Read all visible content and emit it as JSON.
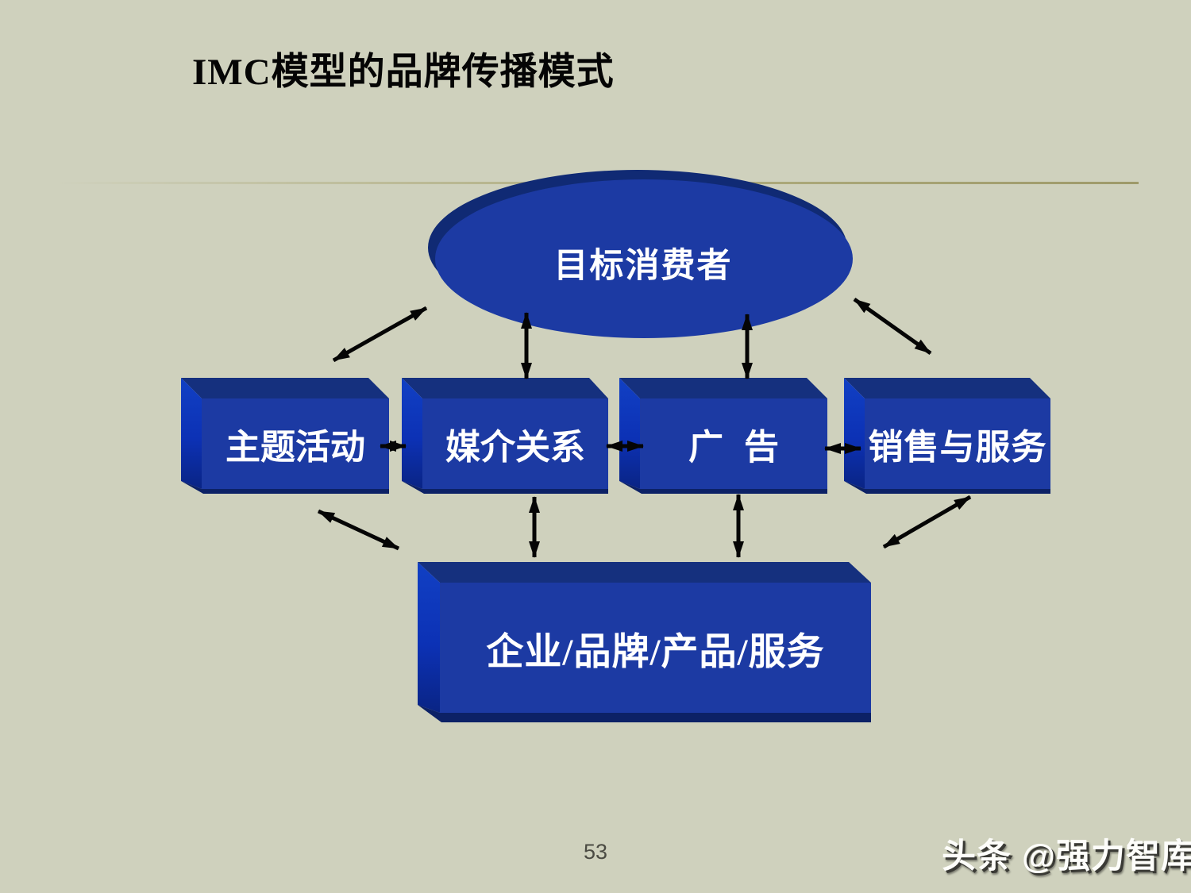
{
  "slide": {
    "title": "IMC模型的品牌传播模式",
    "page_number": "53",
    "watermark": "头条 @强力智库",
    "colors": {
      "background": "#cfd1bd",
      "shape_front": "#1c3aa3",
      "shape_top": "#15307e",
      "shape_side": "#0c31b5",
      "shape_bottom_lip": "#0c2166",
      "ellipse_back": "#102a74",
      "divider": "#9e9a6a",
      "arrow": "#050505",
      "label_text": "#ffffff"
    }
  },
  "diagram": {
    "consumer_ellipse": {
      "label": "目标消费者"
    },
    "channel_boxes": [
      {
        "label": "主题活动"
      },
      {
        "label": "媒介关系"
      },
      {
        "label": "广告"
      },
      {
        "label": "销售与服务"
      }
    ],
    "source_box": {
      "label": "企业/品牌/产品/服务"
    }
  }
}
